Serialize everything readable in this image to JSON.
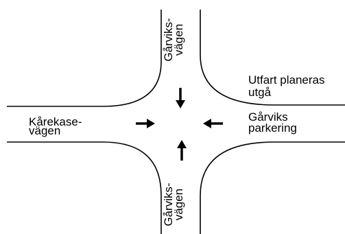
{
  "labels": {
    "north_line1": "Gårviks-",
    "north_line2": "vägen",
    "south_line1": "Gårviks-",
    "south_line2": "vägen",
    "west_line1": "Kårekase-",
    "west_line2": "vägen",
    "east_upper_line1": "Utfart planeras",
    "east_upper_line2": "utgå",
    "east_lower_line1": "Gårviks",
    "east_lower_line2": "parkering"
  },
  "arrows": {
    "north_approach": "arrow-down-icon",
    "south_approach": "arrow-up-icon",
    "west_approach": "arrow-right-icon",
    "east_approach": "arrow-left-icon"
  },
  "colors": {
    "lines": "#000000",
    "background": "#ffffff"
  }
}
